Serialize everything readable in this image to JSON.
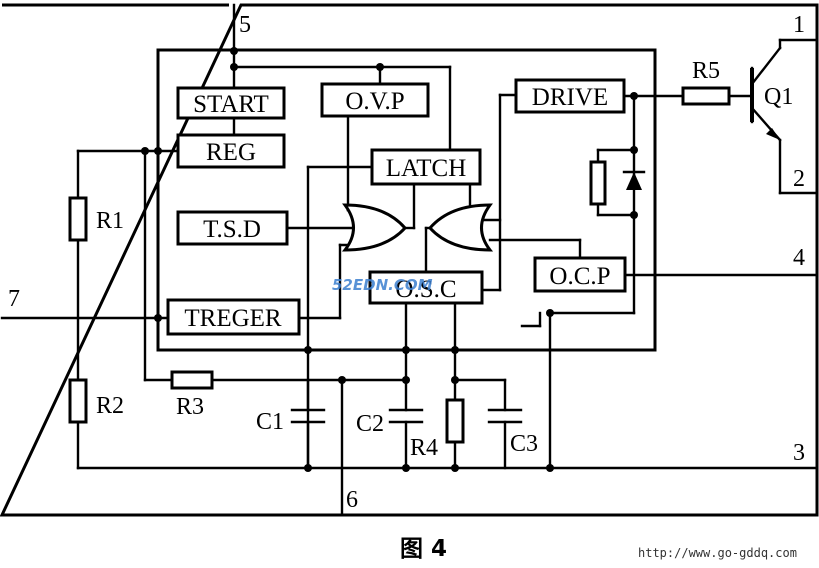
{
  "blocks": {
    "start": "START",
    "reg": "REG",
    "ovp": "O.V.P",
    "latch": "LATCH",
    "drive": "DRIVE",
    "tsd": "T.S.D",
    "osc": "O.S.C",
    "ocp": "O.C.P",
    "treger": "TREGER"
  },
  "components": {
    "r1": "R1",
    "r2": "R2",
    "r3": "R3",
    "r4": "R4",
    "r5": "R5",
    "c1": "C1",
    "c2": "C2",
    "c3": "C3",
    "q1": "Q1"
  },
  "pins": {
    "p1": "1",
    "p2": "2",
    "p3": "3",
    "p4": "4",
    "p5": "5",
    "p6": "6",
    "p7": "7"
  },
  "watermark": "52EDN.COM",
  "caption": "图 4",
  "source_url": "http://www.go-gddq.com"
}
